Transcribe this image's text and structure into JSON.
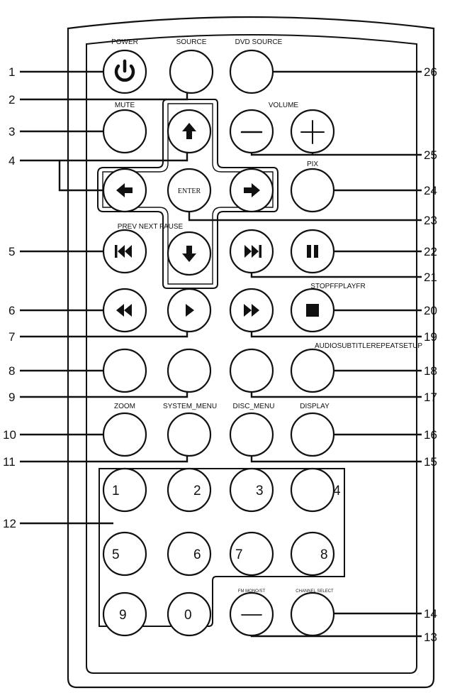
{
  "labels": {
    "power": "POWER",
    "source": "SOURCE",
    "dvd_source": "DVD SOURCE",
    "mute": "MUTE",
    "volume": "VOLUME",
    "pix": "PIX",
    "enter": "ENTER",
    "prev_next_pause": "PREV NEXT PAUSE",
    "stop_ff_play_fr": "STOPFFPLAYFR",
    "audio_subtitle_repeat_setup": "AUDIOSUBTITLEREPEATSETUP",
    "zoom": "ZOOM",
    "system_menu": "SYSTEM_MENU",
    "disc_menu": "DISC_MENU",
    "display": "DISPLAY",
    "fm_mono": "FM MONO/ST",
    "channel_select": "CHANNEL SELECT"
  },
  "keys": [
    "1",
    "2",
    "3",
    "4",
    "5",
    "6",
    "7",
    "8",
    "9",
    "0"
  ],
  "callouts": [
    "1",
    "2",
    "3",
    "4",
    "5",
    "6",
    "7",
    "8",
    "9",
    "10",
    "11",
    "12",
    "13",
    "14",
    "15",
    "16",
    "17",
    "18",
    "19",
    "20",
    "21",
    "22",
    "23",
    "24",
    "25",
    "26"
  ],
  "icons": {
    "power": "power-icon",
    "up": "arrow-up-icon",
    "down": "arrow-down-icon",
    "left": "arrow-left-icon",
    "right": "arrow-right-icon",
    "minus": "minus-icon",
    "plus": "plus-icon",
    "prev": "skip-previous-icon",
    "next": "skip-next-icon",
    "pause": "pause-icon",
    "rewind": "rewind-icon",
    "play": "play-icon",
    "fast_forward": "fast-forward-icon",
    "stop": "stop-icon"
  }
}
